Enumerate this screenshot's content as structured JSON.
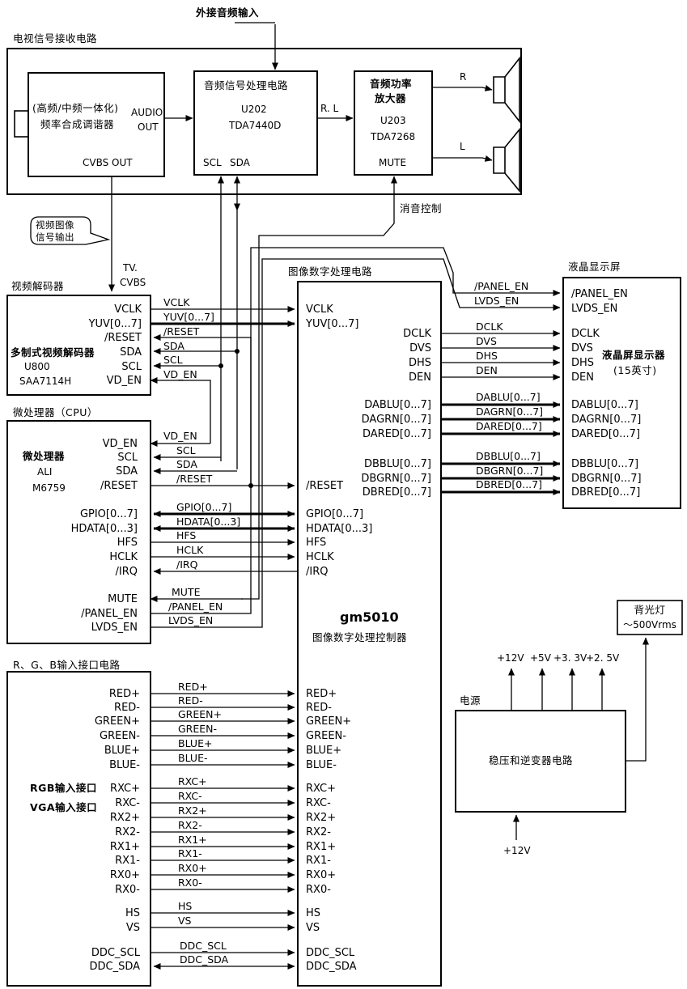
{
  "ext_audio_input": "外接音频输入",
  "tv_section": {
    "title": "电视信号接收电路",
    "tuner": {
      "line1": "(高频/中频一体化)",
      "line2": "频率合成调谐器",
      "audio_out_1": "AUDIO",
      "audio_out_2": "OUT",
      "cvbs_out": "CVBS OUT"
    },
    "audio_proc": {
      "title": "音频信号处理电路",
      "ref": "U202",
      "part": "TDA7440D",
      "scl": "SCL",
      "sda": "SDA"
    },
    "amp": {
      "title1": "音频功率",
      "title2": "放大器",
      "ref": "U203",
      "part": "TDA7268",
      "mute": "MUTE"
    },
    "rl_label": "R. L",
    "right_label": "R",
    "left_label": "L"
  },
  "video_out_callout": {
    "line1": "视频图像",
    "line2": "信号输出"
  },
  "tv_cvbs": {
    "line1": "TV.",
    "line2": "CVBS"
  },
  "mute_control": "消音控制",
  "decoder": {
    "section_title": "视频解码器",
    "pins": [
      "VCLK",
      "YUV[0...7]",
      "/RESET",
      "SDA",
      "SCL",
      "VD_EN"
    ],
    "name": "多制式视频解码器",
    "ref": "U800",
    "part": "SAA7114H"
  },
  "cpu": {
    "section_title": "微处理器（CPU）",
    "name": "微处理器",
    "brand": "ALI",
    "part": "M6759",
    "pins_top": [
      "VD_EN",
      "SCL",
      "SDA",
      "/RESET"
    ],
    "pins_mid": [
      "GPIO[0...7]",
      "HDATA[0...3]",
      "HFS",
      "HCLK",
      "/IRQ"
    ],
    "pins_bot": [
      "MUTE",
      "/PANEL_EN",
      "LVDS_EN"
    ]
  },
  "rgb_section": {
    "title": "R、G、B输入接口电路",
    "rgb_label": "RGB输入接口",
    "vga_label": "VGA输入接口",
    "pins": [
      "RED+",
      "RED-",
      "GREEN+",
      "GREEN-",
      "BLUE+",
      "BLUE-",
      "RXC+",
      "RXC-",
      "RX2+",
      "RX2-",
      "RX1+",
      "RX1-",
      "RX0+",
      "RX0-",
      "HS",
      "VS",
      "DDC_SCL",
      "DDC_SDA"
    ]
  },
  "processor": {
    "section_title": "图像数字处理电路",
    "chip": "gm5010",
    "chip_desc": "图像数字处理控制器",
    "in_video": [
      "VCLK",
      "YUV[0...7]"
    ],
    "reset": "/RESET",
    "cpu_pins": [
      "GPIO[0...7]",
      "HDATA[0...3]",
      "HFS",
      "HCLK",
      "/IRQ"
    ],
    "rgb_pins": [
      "RED+",
      "RED-",
      "GREEN+",
      "GREEN-",
      "BLUE+",
      "BLUE-",
      "RXC+",
      "RXC-",
      "RX2+",
      "RX2-",
      "RX1+",
      "RX1-",
      "RX0+",
      "RX0-",
      "HS",
      "VS",
      "DDC_SCL",
      "DDC_SDA"
    ],
    "out_ctrl": [
      "DCLK",
      "DVS",
      "DHS",
      "DEN"
    ],
    "out_a": [
      "DABLU[0...7]",
      "DAGRN[0...7]",
      "DARED[0...7]"
    ],
    "out_b": [
      "DBBLU[0...7]",
      "DBGRN[0...7]",
      "DBRED[0...7]"
    ]
  },
  "wire_labels": {
    "dec_cpu": [
      "VCLK",
      "YUV[0...7]",
      "/RESET",
      "SDA",
      "SCL",
      "VD_EN"
    ],
    "cpu_top": [
      "VD_EN",
      "SCL",
      "SDA",
      "/RESET"
    ],
    "cpu_mid": [
      "GPIO[0...7]",
      "HDATA[0...3]",
      "HFS",
      "HCLK",
      "/IRQ"
    ],
    "cpu_bot": [
      "MUTE",
      "/PANEL_EN",
      "LVDS_EN"
    ],
    "rgb": [
      "RED+",
      "RED-",
      "GREEN+",
      "GREEN-",
      "BLUE+",
      "BLUE-",
      "RXC+",
      "RXC-",
      "RX2+",
      "RX2-",
      "RX1+",
      "RX1-",
      "RX0+",
      "RX0-",
      "HS",
      "VS",
      "DDC_SCL",
      "DDC_SDA"
    ],
    "panel_ctrl": [
      "/PANEL_EN",
      "LVDS_EN"
    ],
    "out_ctrl": [
      "DCLK",
      "DVS",
      "DHS",
      "DEN"
    ],
    "out_a": [
      "DABLU[0...7]",
      "DAGRN[0...7]",
      "DARED[0...7]"
    ],
    "out_b": [
      "DBBLU[0...7]",
      "DBGRN[0...7]",
      "DBRED[0...7]"
    ]
  },
  "lcd": {
    "section_title": "液晶显示屏",
    "ctrl_pins": [
      "/PANEL_EN",
      "LVDS_EN"
    ],
    "sync_pins": [
      "DCLK",
      "DVS",
      "DHS",
      "DEN"
    ],
    "a_pins": [
      "DABLU[0...7]",
      "DAGRN[0...7]",
      "DARED[0...7]"
    ],
    "b_pins": [
      "DBBLU[0...7]",
      "DBGRN[0...7]",
      "DBRED[0...7]"
    ],
    "name": "液晶屏显示器",
    "size": "(15英寸)"
  },
  "power": {
    "section_title": "电源",
    "name": "稳压和逆变器电路",
    "outputs": [
      "+12V",
      "+5V",
      "+3. 3V",
      "+2. 5V"
    ],
    "input": "+12V",
    "backlight_1": "背光灯",
    "backlight_2": "～500Vrms"
  }
}
